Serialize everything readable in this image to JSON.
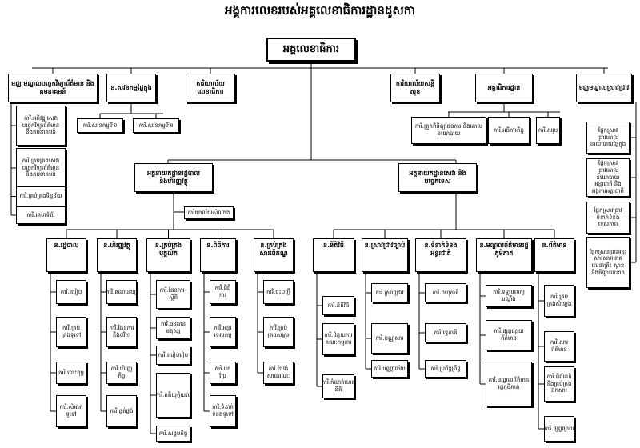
{
  "title": "អង្គការលេខរបស់អគ្គលេខាធិការដ្ឋានដូសកា",
  "top": "អគ្គលេខាធិការ",
  "upper": {
    "centre_innovation": "មជ្ឈ មណ្ឌលបច្ចេកវិទ្យាព័ត៌មាន និងគមនាគមន៍",
    "internal_audit": "ន.សវនកម្មផ្ទៃក្នុង",
    "secretariat_cabinet": "ការិយាល័យលេខាធិការ",
    "security_office": "ការិយាល័យសន្តិសុខ",
    "inspection_dept": "អគ្គាធិការដ្ឋាន",
    "training_centre": "មជ្ឈមណ្ឌលស្រាវជ្រាវ"
  },
  "centre_units": [
    "ការិ.អភិវឌ្ឍសេវាបច្ចេកវិទ្យាព័ត៌មាន និងគមនាគមន៍",
    "ការិ.គ្រប់គ្រងសេវាបច្ចេកវិទ្យាព័ត៌មាន និងគមនាគមន៍",
    "ការិ.គ្រប់គ្រងទិន្នន័យ",
    "ការិ.គេហទំព័រ"
  ],
  "audit_units": [
    "ការិ.សវនកម្មទី១",
    "ការិ.សវនកម្មទី២"
  ],
  "inspection_units": [
    "ការិ.ត្រួតពិនិត្យផែនការ និងគោលនយោបាយ",
    "ការិ.អធិការកិច្ច",
    "ការិ.សរុប"
  ],
  "training_units": [
    "ផ្នែកស្រាវជ្រាវគោលនយោបាយផ្ទៃក្នុង",
    "ផ្នែកស្រាវជ្រាវគោលនយោបាយអន្តរជាតិ និងអង្គការអន្តរជាតិ",
    "ផ្នែកស្រាវជ្រាវទំនាក់ទំនងទេសភាព",
    "ផ្នែកស្រាវជ្រាវអន្តរសារសហរោគលេខាគ្រឹះ ស្ថាន និងគីឡាលេខាក"
  ],
  "gd_admin": {
    "title": "អគ្គនាយកដ្ឋានរដ្ឋបាល និងហិរញ្ញវត្ថុ",
    "office": "ការិយាល័យសំណាង",
    "depts": [
      {
        "title": "ន.រដ្ឋបាល",
        "units": [
          "ការិ.របៀប",
          "ការិ.គ្រប់គ្រងទូទៅ",
          "ការិ.បោះពុម្ព",
          "ការិ.សំអាតទូទៅ"
        ]
      },
      {
        "title": "ន.ហិរញ្ញវត្ថុ",
        "units": [
          "ការិ.គណនេយ្យ",
          "ការិ.ផែនការ និងថវិកា",
          "ការិ.ហិរញ្ញកិច្ច",
          "ការិ.ផ្គត់ផ្គង់"
        ]
      },
      {
        "title": "ន.គ្រប់គ្រងបុគ្គលិក",
        "units": [
          "ការិ.ផែនការ-ស្ថិតិ",
          "ការិ.ធនធានមនុស្ស",
          "ការិ.របៀបរៀប",
          "ការិ.គតិយុត្តិយល",
          "ការិ.សង្គមកិច្ច"
        ]
      },
      {
        "title": "ន.ពិធីការ",
        "units": [
          "ការិ.ពិធីការ",
          "ការិ.អន្តរទេសកម្ម",
          "ការិ.បកប្រែ",
          "ការិ.ទំនាក់ទំនងទូទៅ"
        ]
      },
      {
        "title": "ន.គ្រប់គ្រងសារពើភណ្ឌ",
        "units": [
          "ការិ.ចុះបញ្ជី",
          "ការិ.គ្រប់គ្រងសម្ភារ",
          "ការិ.ថែទាំ សាធារណៈ"
        ]
      }
    ]
  },
  "gd_services": {
    "title": "អគ្គនាយកដ្ឋានសេវា និងបច្ចេកទេស",
    "depts": [
      {
        "title": "ន.នីតិវិធី",
        "units": [
          "ការិ.នីតិវិធី",
          "ការិ.ជំនួយការគណៈកម្មការ",
          "ការិ.កំណត់ហេតុនីតិ"
        ]
      },
      {
        "title": "ន.ស្រាវជ្រាវច្បាប់",
        "units": [
          "ការិ.ស្រាវជ្រាវ",
          "ការិ.បណ្ណសារ",
          "ការិ.បណ្ណាល័យ"
        ]
      },
      {
        "title": "ន.ទំនាក់ទំនងអន្តរជាតិ",
        "units": [
          "ការិ.ពហុភាគី",
          "ការិ.ទ្វេភាគី",
          "ការិ.ប្រព័ន្ធព្រឹទ្ធ"
        ]
      },
      {
        "title": "ន.មណ្ឌលព័ត៌មានរដ្ឋភូមិភាគ",
        "units": [
          "ការិ.ទទួលពាក្យបណ្ដឹង",
          "ការិ.ផ្សព្វផ្សាយព័ត៌មាន",
          "ការិ.មណ្ឌលព័ត៌មានរដ្ឋភូមិភាគ"
        ]
      },
      {
        "title": "ន.ព័ត៌មាន",
        "units": [
          "ការិ.គ្រប់គ្រងសំឡេង",
          "ការិ.សារព័ត៌មាន",
          "ការិ.ពិព័រណ៍ និងគ្រប់គ្រងឯកសារ",
          "ការិ.ផ្សព្វផ្សាយ"
        ]
      }
    ]
  }
}
